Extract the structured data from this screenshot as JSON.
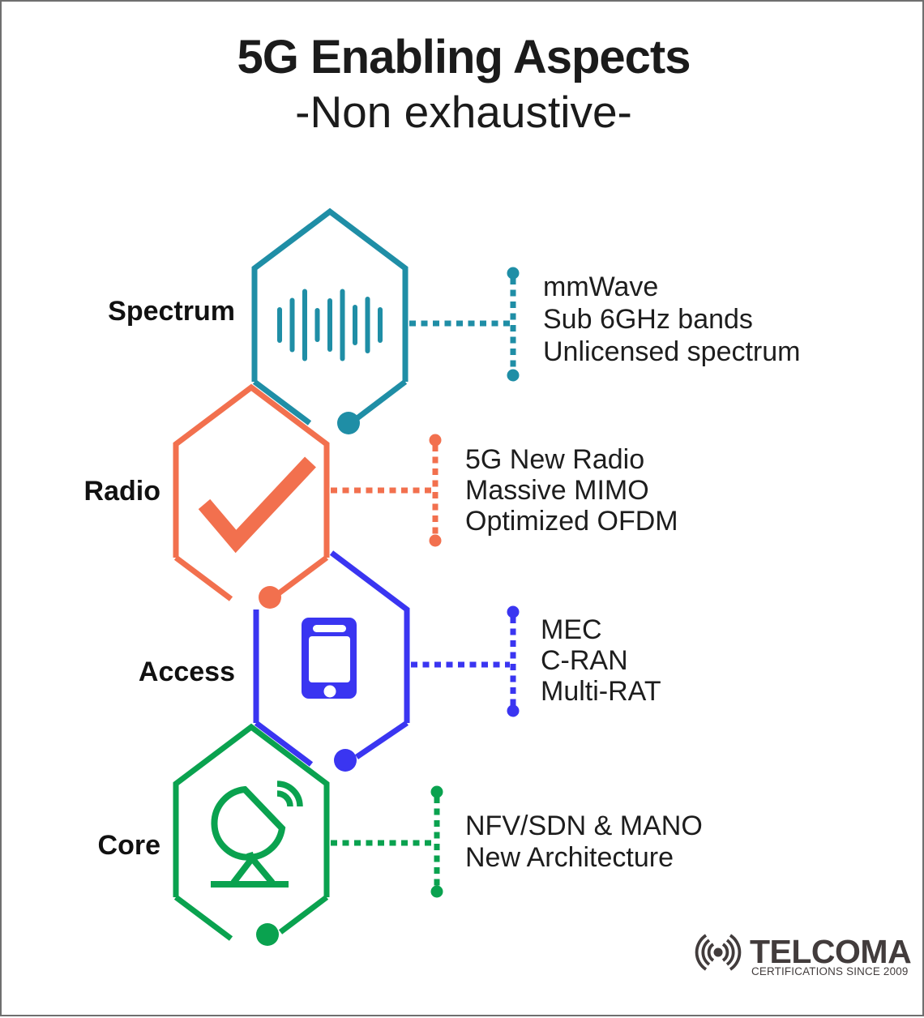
{
  "title": "5G Enabling Aspects",
  "subtitle": "-Non exhaustive-",
  "sections": [
    {
      "id": "spectrum",
      "label": "Spectrum",
      "color": "#1f8ea6",
      "icon": "waveform-icon",
      "items": [
        "mmWave",
        "Sub 6GHz bands",
        "Unlicensed spectrum"
      ]
    },
    {
      "id": "radio",
      "label": "Radio",
      "color": "#f2704e",
      "icon": "checkmark-icon",
      "items": [
        "5G New Radio",
        "Massive MIMO",
        "Optimized OFDM"
      ]
    },
    {
      "id": "access",
      "label": "Access",
      "color": "#3a35f1",
      "icon": "smartphone-icon",
      "items": [
        "MEC",
        "C-RAN",
        "Multi-RAT"
      ]
    },
    {
      "id": "core",
      "label": "Core",
      "color": "#0aa24f",
      "icon": "satellite-dish-icon",
      "items": [
        "NFV/SDN & MANO",
        "New Architecture"
      ]
    }
  ],
  "logo": {
    "name": "TELCOMA",
    "tagline": "CERTIFICATIONS SINCE 2009",
    "color": "#423c3c",
    "icon": "radio-waves-icon"
  },
  "colors": {
    "text": "#1b1b1b",
    "border": "#6f6f6f",
    "background": "#ffffff"
  }
}
